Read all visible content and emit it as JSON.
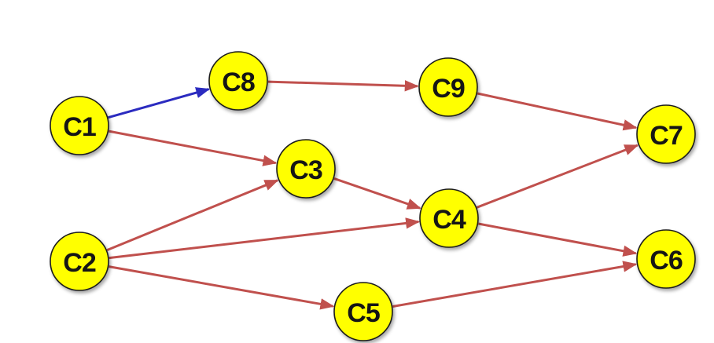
{
  "colors": {
    "node_fill": "#ffff00",
    "node_stroke": "#1a1a1a",
    "label": "#151515",
    "edge_default": "#c0504d",
    "edge_highlight": "#2b2bc0"
  },
  "nodes": [
    {
      "id": "C1",
      "label": "C1"
    },
    {
      "id": "C2",
      "label": "C2"
    },
    {
      "id": "C3",
      "label": "C3"
    },
    {
      "id": "C4",
      "label": "C4"
    },
    {
      "id": "C5",
      "label": "C5"
    },
    {
      "id": "C6",
      "label": "C6"
    },
    {
      "id": "C7",
      "label": "C7"
    },
    {
      "id": "C8",
      "label": "C8"
    },
    {
      "id": "C9",
      "label": "C9"
    }
  ],
  "edges": [
    {
      "from": "C1",
      "to": "C8",
      "highlighted": true
    },
    {
      "from": "C1",
      "to": "C3",
      "highlighted": false
    },
    {
      "from": "C8",
      "to": "C9",
      "highlighted": false
    },
    {
      "from": "C9",
      "to": "C7",
      "highlighted": false
    },
    {
      "from": "C3",
      "to": "C4",
      "highlighted": false
    },
    {
      "from": "C2",
      "to": "C3",
      "highlighted": false
    },
    {
      "from": "C2",
      "to": "C4",
      "highlighted": false
    },
    {
      "from": "C2",
      "to": "C5",
      "highlighted": false
    },
    {
      "from": "C4",
      "to": "C7",
      "highlighted": false
    },
    {
      "from": "C4",
      "to": "C6",
      "highlighted": false
    },
    {
      "from": "C5",
      "to": "C6",
      "highlighted": false
    }
  ]
}
